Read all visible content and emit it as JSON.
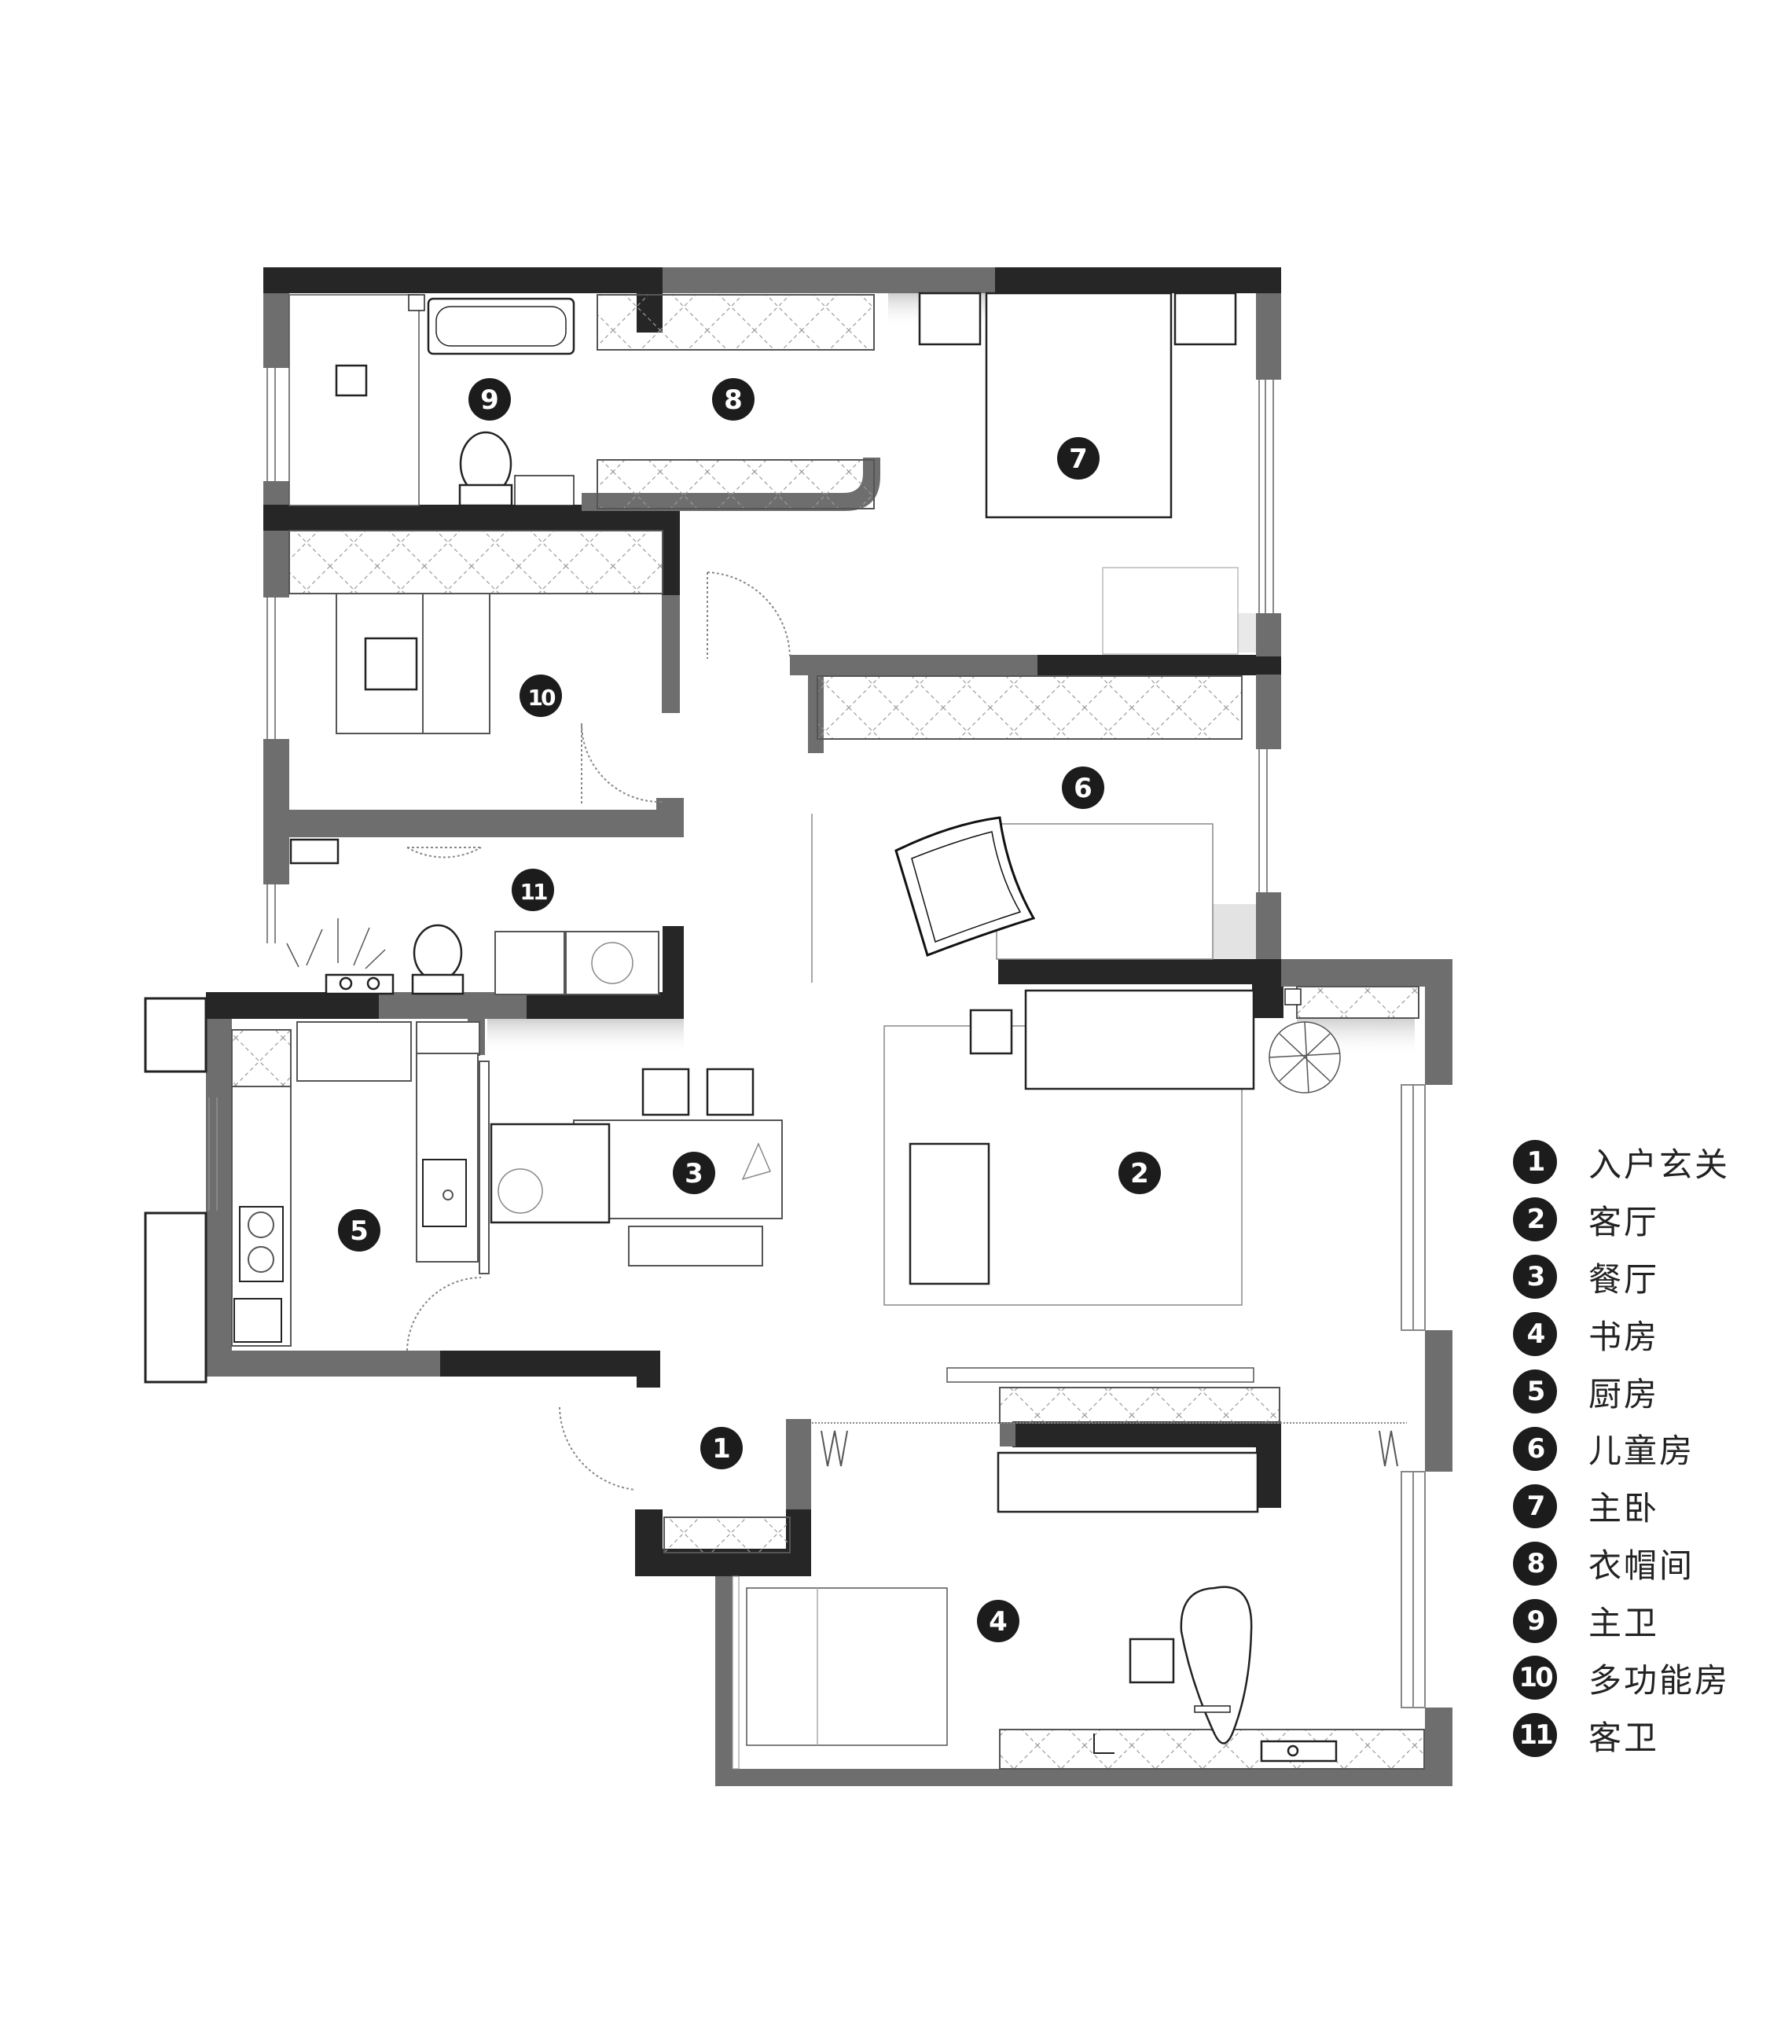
{
  "rooms": [
    {
      "num": "1",
      "name": "入户玄关"
    },
    {
      "num": "2",
      "name": "客厅"
    },
    {
      "num": "3",
      "name": "餐厅"
    },
    {
      "num": "4",
      "name": "书房"
    },
    {
      "num": "5",
      "name": "厨房"
    },
    {
      "num": "6",
      "name": "儿童房"
    },
    {
      "num": "7",
      "name": "主卧"
    },
    {
      "num": "8",
      "name": "衣帽间"
    },
    {
      "num": "9",
      "name": "主卫"
    },
    {
      "num": "10",
      "name": "多功能房"
    },
    {
      "num": "11",
      "name": "客卫"
    }
  ],
  "colors": {
    "wall_dark": "#262626",
    "wall_gray": "#6e6e6e",
    "furniture_line": "#555555",
    "badge": "#1c1c1c"
  }
}
